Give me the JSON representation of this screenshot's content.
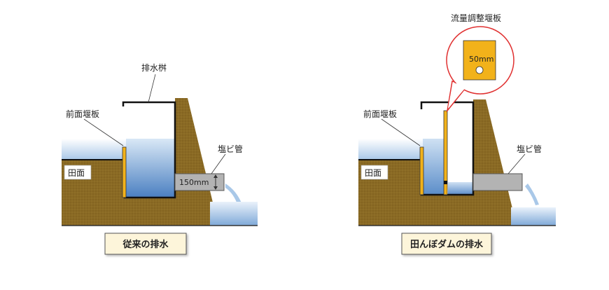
{
  "left": {
    "box_label": "排水桝",
    "board_label": "前面堰板",
    "pipe_label": "塩ビ管",
    "field_label": "田面",
    "dimension": "150mm",
    "caption": "従来の排水"
  },
  "right": {
    "callout_title": "流量調整堰板",
    "callout_value": "50mm",
    "board_label": "前面堰板",
    "pipe_label": "塩ビ管",
    "field_label": "田面",
    "caption": "田んぼダムの排水"
  },
  "colors": {
    "soil": "#8a6a24",
    "water_top": "#c8dff2",
    "water_bottom": "#4f86c6",
    "board": "#f2b21a",
    "pipe": "#b3b3b3",
    "callout_border": "#e03030"
  }
}
